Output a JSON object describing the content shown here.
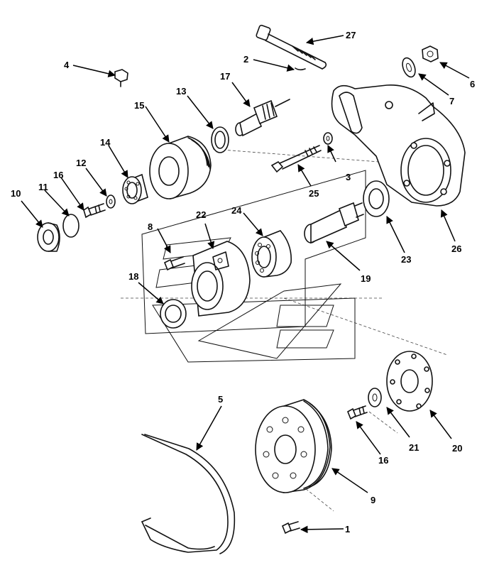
{
  "callouts": {
    "c1": "1",
    "c2": "2",
    "c3": "3",
    "c4": "4",
    "c5": "5",
    "c6": "6",
    "c7": "7",
    "c8": "8",
    "c9": "9",
    "c10": "10",
    "c11": "11",
    "c12": "12",
    "c13": "13",
    "c14": "14",
    "c15": "15",
    "c16a": "16",
    "c16b": "16",
    "c17": "17",
    "c18": "18",
    "c19": "19",
    "c20": "20",
    "c21": "21",
    "c22": "22",
    "c23": "23",
    "c24": "24",
    "c25": "25",
    "c26": "26",
    "c27": "27"
  }
}
